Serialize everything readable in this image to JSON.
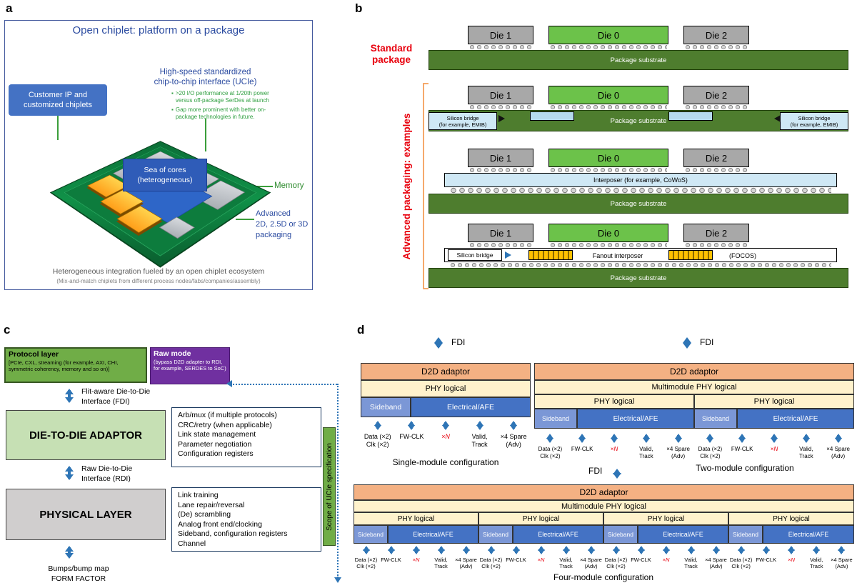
{
  "colors": {
    "accent_blue": "#2b4ba0",
    "box_blue": "#4472c4",
    "green_text": "#3a9e3a",
    "die_green": "#6cc24a",
    "substrate_green": "#4e7d2e",
    "bridge_blue": "#cfe8f5",
    "red_label": "#e8000d",
    "protocol_green": "#70ad47",
    "raw_purple": "#7030a0",
    "adaptor_green": "#c6e0b4",
    "phy_gray": "#d0cece",
    "arrow_blue": "#2e75b6",
    "d2d_orange": "#f4b183",
    "phy_cream": "#fff2cc",
    "sideband_blue": "#7b97d6",
    "afe_blue": "#4472c4",
    "gold": "#ffc000"
  },
  "panel_labels": {
    "a": "a",
    "b": "b",
    "c": "c",
    "d": "d"
  },
  "a": {
    "title": "Open chiplet: platform on a package",
    "customer_ip_line1": "Customer IP and",
    "customer_ip_line2": "customized chiplets",
    "interface_line1": "High-speed standardized",
    "interface_line2": "chip-to-chip interface (UCIe)",
    "bullet_marker": "▪",
    "bullet1": ">20 I/O performance at 1/20th power versus off-package SerDes at launch",
    "bullet2": "Gap more prominent with better on-package technologies in future.",
    "sea_line1": "Sea of cores",
    "sea_line2": "(heterogeneous)",
    "memory": "Memory",
    "packaging_line1": "Advanced",
    "packaging_line2": "2D, 2.5D or 3D",
    "packaging_line3": "packaging",
    "caption_line1": "Heterogeneous integration fueled by an open chiplet ecosystem",
    "caption_line2": "(Mix-and-match chiplets from different process nodes/fabs/companies/assembly)"
  },
  "b": {
    "standard_line1": "Standard",
    "standard_line2": "package",
    "advanced_label": "Advanced packaging: examples",
    "die1": "Die 1",
    "die0": "Die 0",
    "die2": "Die 2",
    "substrate": "Package substrate",
    "emib_line1": "Silicon bridge",
    "emib_line2": "(for example, EMIB)",
    "interposer": "Interposer (for example, CoWoS)",
    "silicon_bridge": "Silicon bridge",
    "fanout": "Fanout interposer",
    "focos": "(FOCOS)"
  },
  "c": {
    "protocol_title": "Protocol layer",
    "protocol_sub": "[PCIe, CXL, streaming (for example, AXI, CHI, symmetric coherency, memory and so on)]",
    "raw_title": "Raw mode",
    "raw_sub": "(bypass D2D adapter to RDI, for example, SERDES to SoC)",
    "fdi_line1": "Flit-aware Die-to-Die",
    "fdi_line2": "Interface (FDI)",
    "adaptor_title": "DIE-TO-DIE ADAPTOR",
    "adaptor_features": [
      "Arb/mux (if multiple protocols)",
      "CRC/retry (when applicable)",
      "Link state management",
      "Parameter negotiation",
      "Configuration registers"
    ],
    "rdi_line1": "Raw Die-to-Die",
    "rdi_line2": "Interface (RDI)",
    "phy_title": "PHYSICAL LAYER",
    "phy_features": [
      "Link training",
      "Lane repair/reversal",
      "(De) scrambling",
      "Analog front end/clocking",
      "Sideband, configuration registers Channel"
    ],
    "bumps_line1": "Bumps/bump map",
    "bumps_line2": "FORM FACTOR",
    "scope": "Scope of UCIe specification"
  },
  "d": {
    "fdi": "FDI",
    "d2d": "D2D adaptor",
    "phy_logical": "PHY logical",
    "multimodule": "Multimodule PHY logical",
    "sideband": "Sideband",
    "afe": "Electrical/AFE",
    "ports": {
      "data": "Data (×2)",
      "clk": "Clk (×2)",
      "fwclk": "FW-CLK",
      "xn": "×N",
      "valid": "Valid,",
      "track": "Track",
      "spare": "×4 Spare",
      "adv": "(Adv)"
    },
    "caption_single": "Single-module configuration",
    "caption_two": "Two-module configuration",
    "caption_four": "Four-module configuration"
  }
}
